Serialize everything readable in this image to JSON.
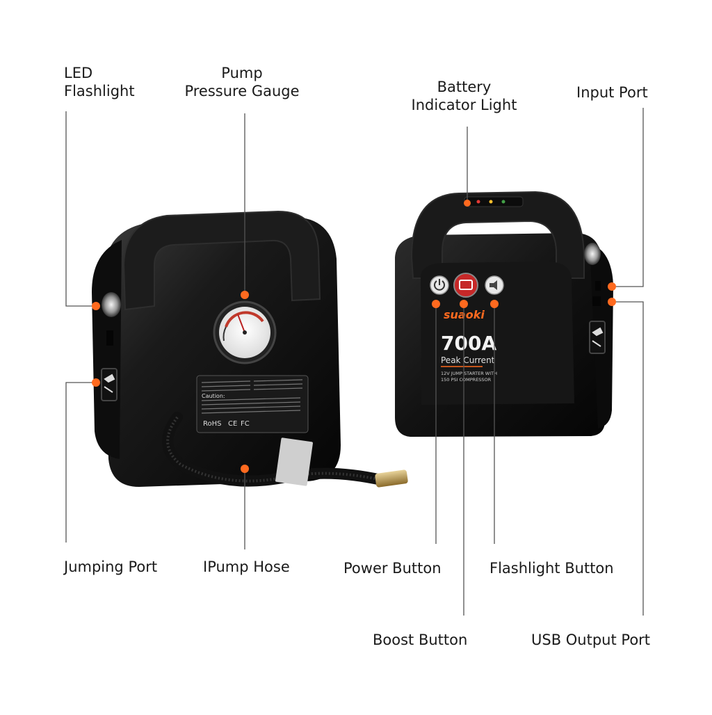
{
  "labels": {
    "led_flashlight": [
      "LED",
      "Flashlight"
    ],
    "pump_pressure_gauge": [
      "Pump",
      "Pressure Gauge"
    ],
    "battery_indicator_light": [
      "Battery",
      "Indicator Light"
    ],
    "input_port": "Input Port",
    "jumping_port": "Jumping Port",
    "pump_hose": "IPump Hose",
    "power_button": "Power Button",
    "flashlight_button": "Flashlight Button",
    "boost_button": "Boost Button",
    "usb_output_port": "USB Output Port"
  },
  "product": {
    "brand": "suaoki",
    "badge_value": "700A",
    "badge_subtitle": "Peak Current",
    "badge_line1": "12V JUMP STARTER WITH",
    "badge_line2": "150 PSI COMPRESSOR",
    "spec_label_caution": "Caution:",
    "spec_label_rohs": "RoHS",
    "spec_label_ce": "CE",
    "spec_label_fc": "FC"
  },
  "colors": {
    "accent": "#ff6a1f",
    "leader": "#555555",
    "body": "#141414",
    "highlight": "#3a3a3a"
  },
  "icons": [
    "power-icon",
    "engine-boost-icon",
    "flashlight-icon",
    "clamp-icon",
    "pressure-gauge-icon"
  ]
}
